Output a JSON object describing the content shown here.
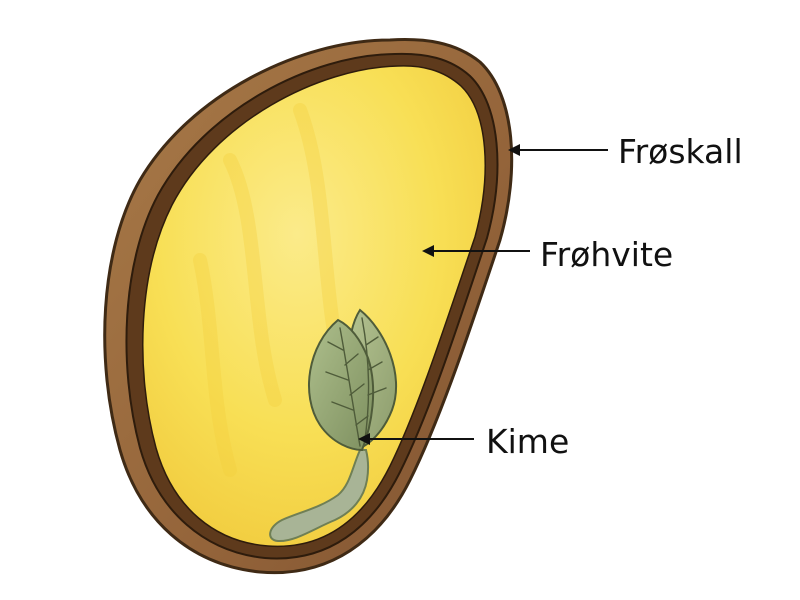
{
  "labels": {
    "seed_coat": "Frøskall",
    "endosperm": "Frøhvite",
    "embryo": "Kime"
  },
  "colors": {
    "seed_coat": "#9a6a3c",
    "seed_coat_dark": "#5e3a1c",
    "endosperm": "#f7dc4a",
    "endosperm_light": "#fbeb8a",
    "leaf": "#9caf7c",
    "leaf_dark": "#6f7f55",
    "stem": "#a8b496",
    "ink": "#111111",
    "background": "#ffffff"
  }
}
